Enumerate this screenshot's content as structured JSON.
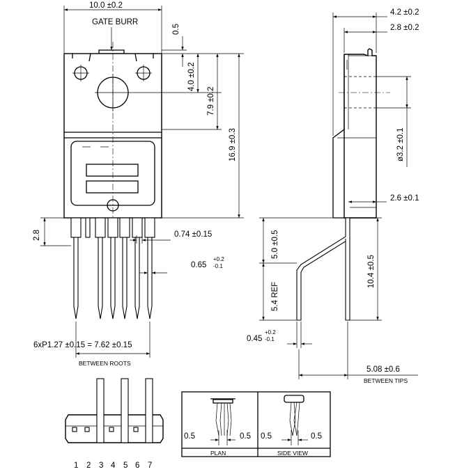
{
  "front": {
    "width": "10.0 ±0.2",
    "gate_burr": "GATE BURR",
    "burr": "0.5",
    "hole_pos": "4.0 ±0.2",
    "tab_height": "7.9 ±0.2",
    "body_height": "16.9 ±0.3",
    "lead_root": "2.8",
    "lead_width": "0.74 ±0.15",
    "lead_thick": "0.65",
    "lead_thick_tol_plus": "+0.2",
    "lead_thick_tol_minus": "-0.1",
    "pitch": "6xP1.27 ±0.15 = 7.62 ±0.15",
    "between_roots": "BETWEEN ROOTS"
  },
  "side": {
    "total_thick": "4.2 ±0.2",
    "tab_thick": "2.8 ±0.2",
    "hole_dia": "ø3.2 ±0.1",
    "lead_offset": "2.6 ±0.1",
    "bend_height": "5.0 ±0.5",
    "ref_length": "5.4 REF",
    "lead_length": "10.4 ±0.5",
    "lead_thick": "0.45",
    "lead_thick_tol_plus": "+0.2",
    "lead_thick_tol_minus": "-0.1",
    "tips": "5.08 ±0.6",
    "between_tips": "BETWEEN TIPS"
  },
  "bottom": {
    "pins": [
      "1",
      "2",
      "3",
      "4",
      "5",
      "6",
      "7"
    ]
  },
  "detail": {
    "plan_left": "0.5",
    "plan_right": "0.5",
    "side_left": "0.5",
    "side_right": "0.5",
    "plan_caption": "PLAN",
    "side_caption": "SIDE VIEW"
  }
}
